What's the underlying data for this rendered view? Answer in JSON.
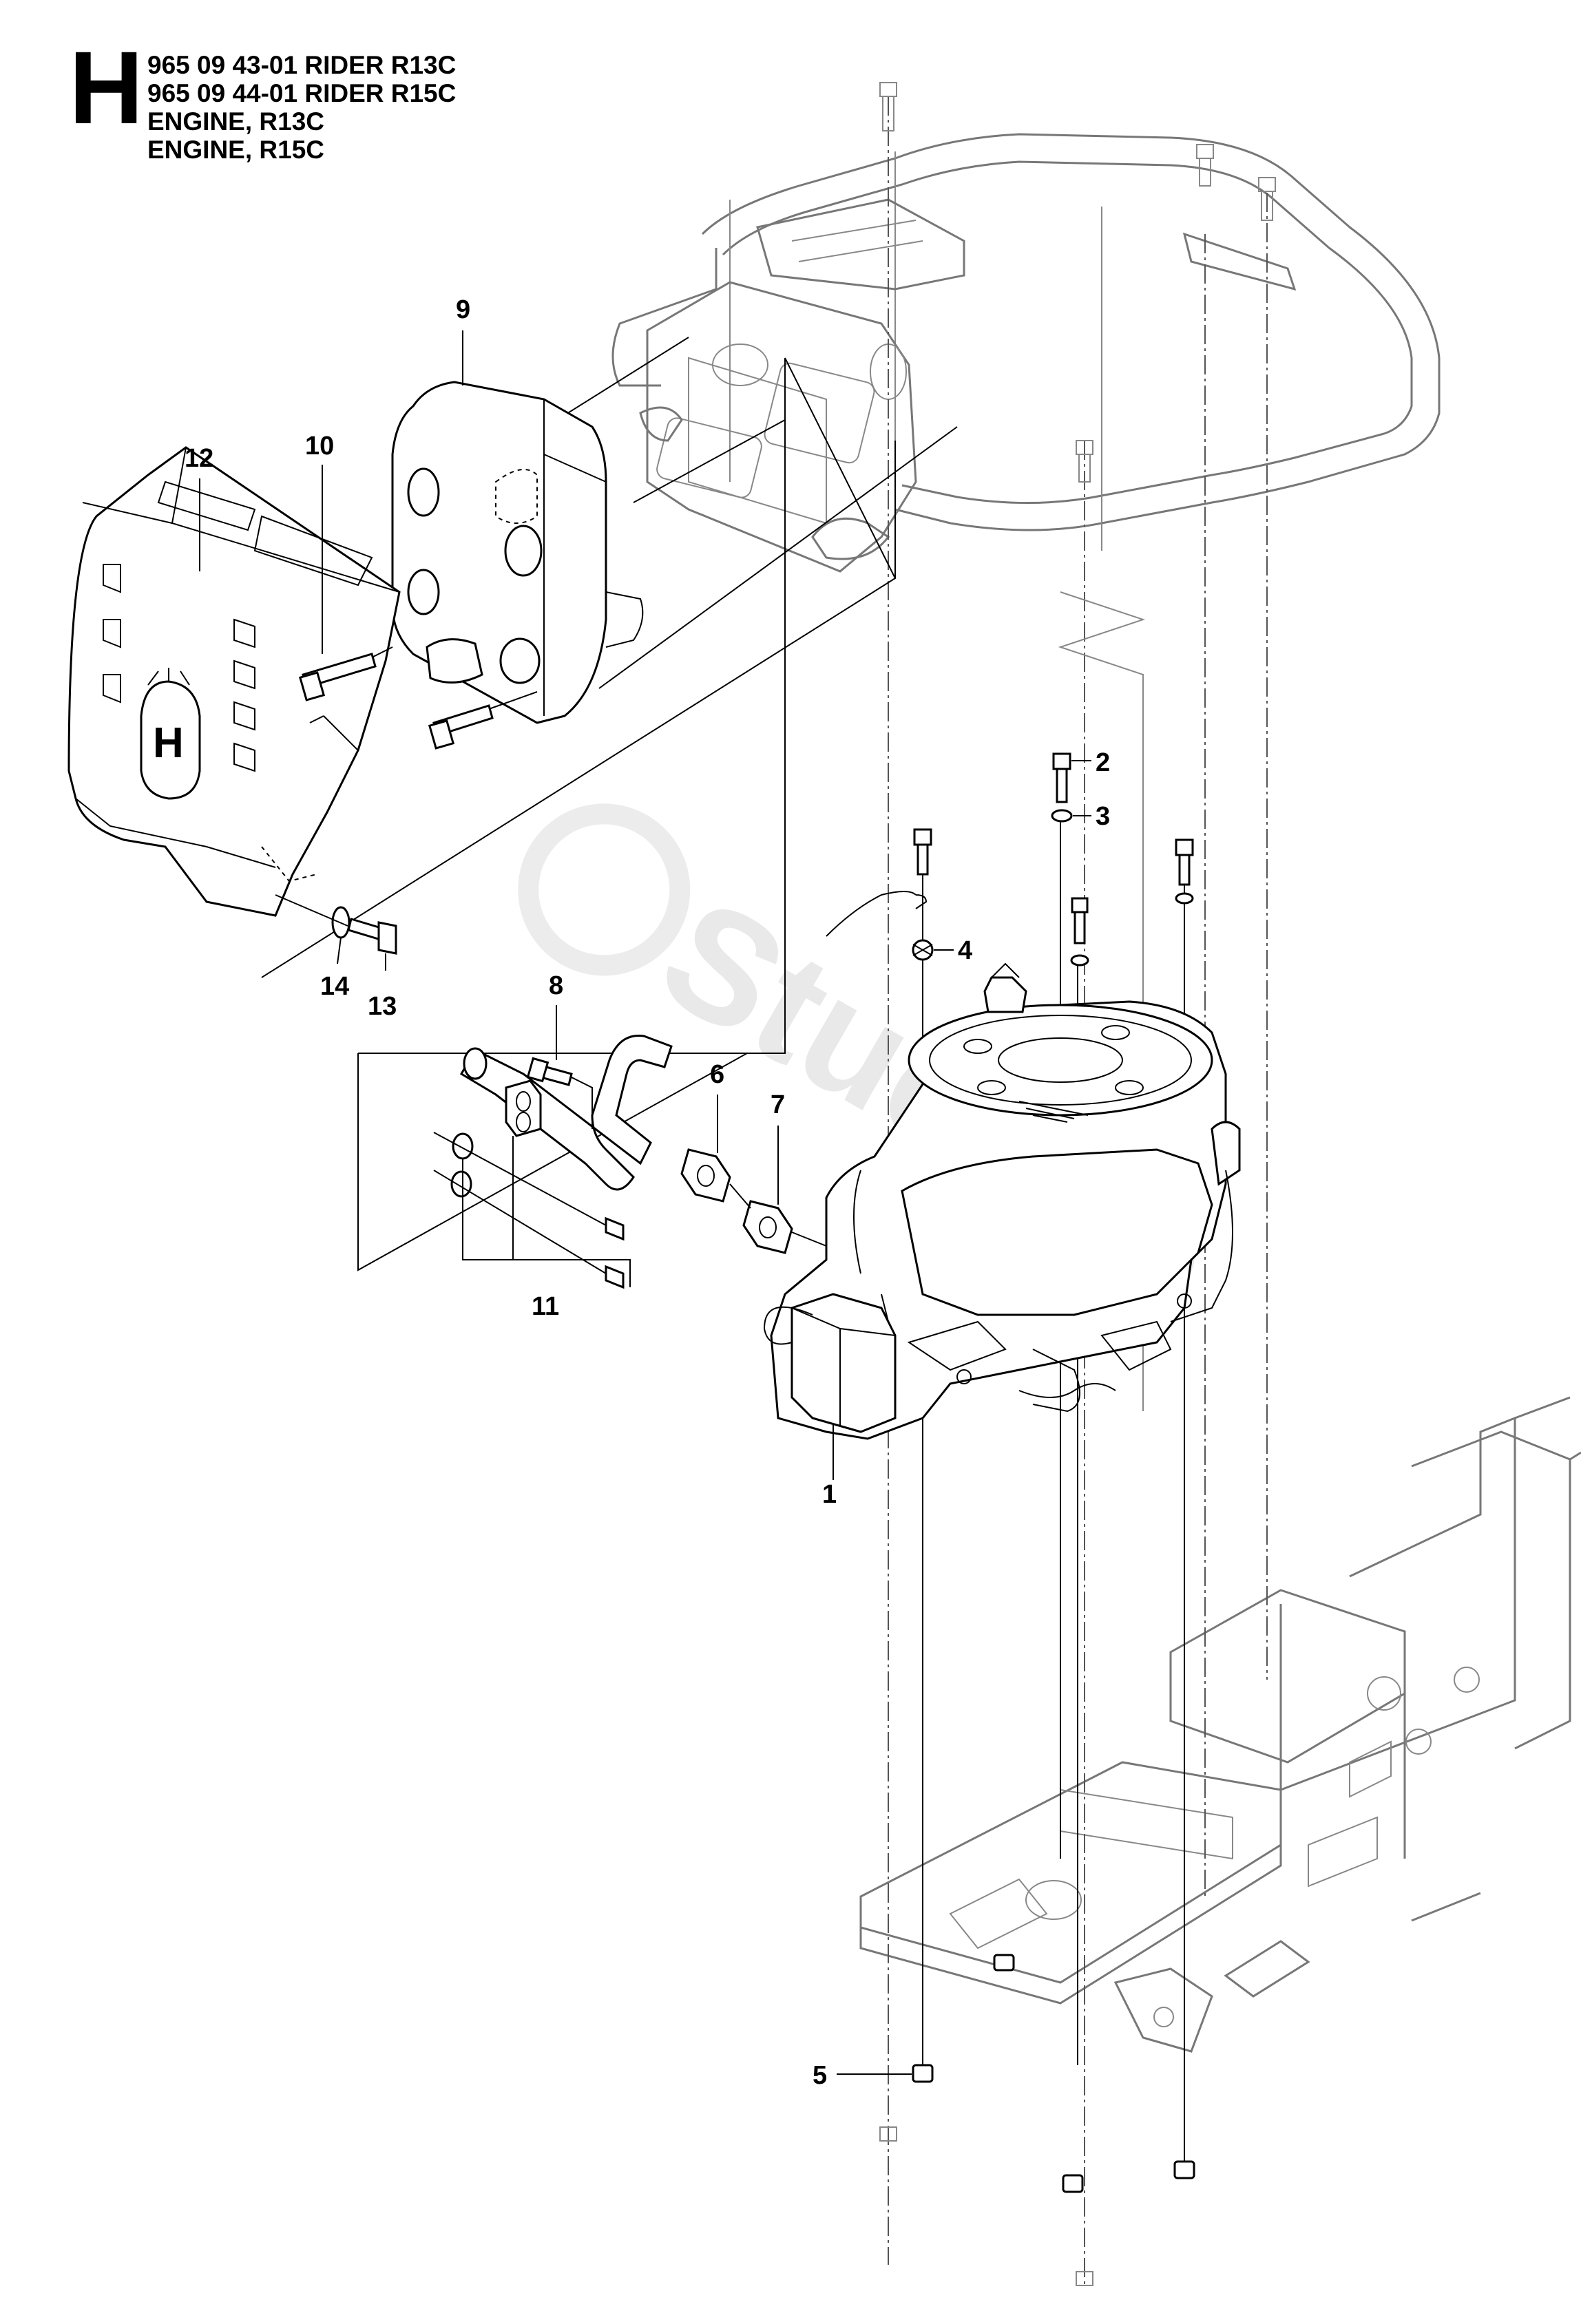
{
  "header": {
    "section_letter": "H",
    "lines": [
      "965 09 43-01 RIDER R13C",
      "965 09 44-01 RIDER R15C",
      "ENGINE, R13C",
      "ENGINE, R15C"
    ]
  },
  "callouts": {
    "c1": "1",
    "c2": "2",
    "c3": "3",
    "c4": "4",
    "c5": "5",
    "c6": "6",
    "c7": "7",
    "c8": "8",
    "c9": "9",
    "c10": "10",
    "c11": "11",
    "c12": "12",
    "c13": "13",
    "c14": "14"
  },
  "watermark": "Stueltes",
  "logo_letter": "H"
}
